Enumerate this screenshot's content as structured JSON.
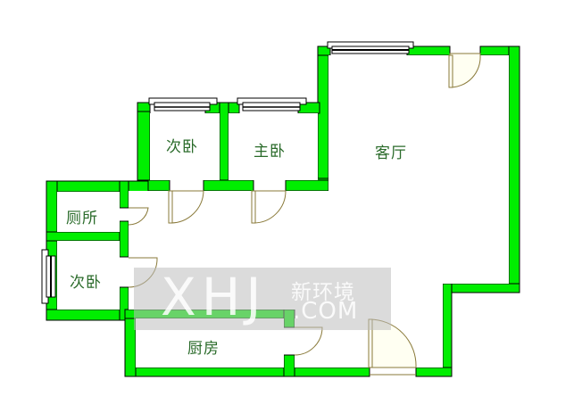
{
  "plan": {
    "colors": {
      "wall": "#00ee00",
      "wall_outline": "#000000",
      "door_line": "#8a7a3a",
      "door_fill": "#fffff2",
      "room_label": "#2a6b2a",
      "background": "#ffffff"
    },
    "rooms": [
      {
        "id": "secondary-bedroom-top",
        "label": "次卧"
      },
      {
        "id": "master-bedroom",
        "label": "主卧"
      },
      {
        "id": "living-room",
        "label": "客厅"
      },
      {
        "id": "toilet",
        "label": "厕所"
      },
      {
        "id": "secondary-bedroom-left",
        "label": "次卧"
      },
      {
        "id": "kitchen",
        "label": "厨房"
      }
    ]
  },
  "watermark": {
    "logo": "XHJ",
    "name_cn": "新环境",
    "domain": ".COM"
  }
}
